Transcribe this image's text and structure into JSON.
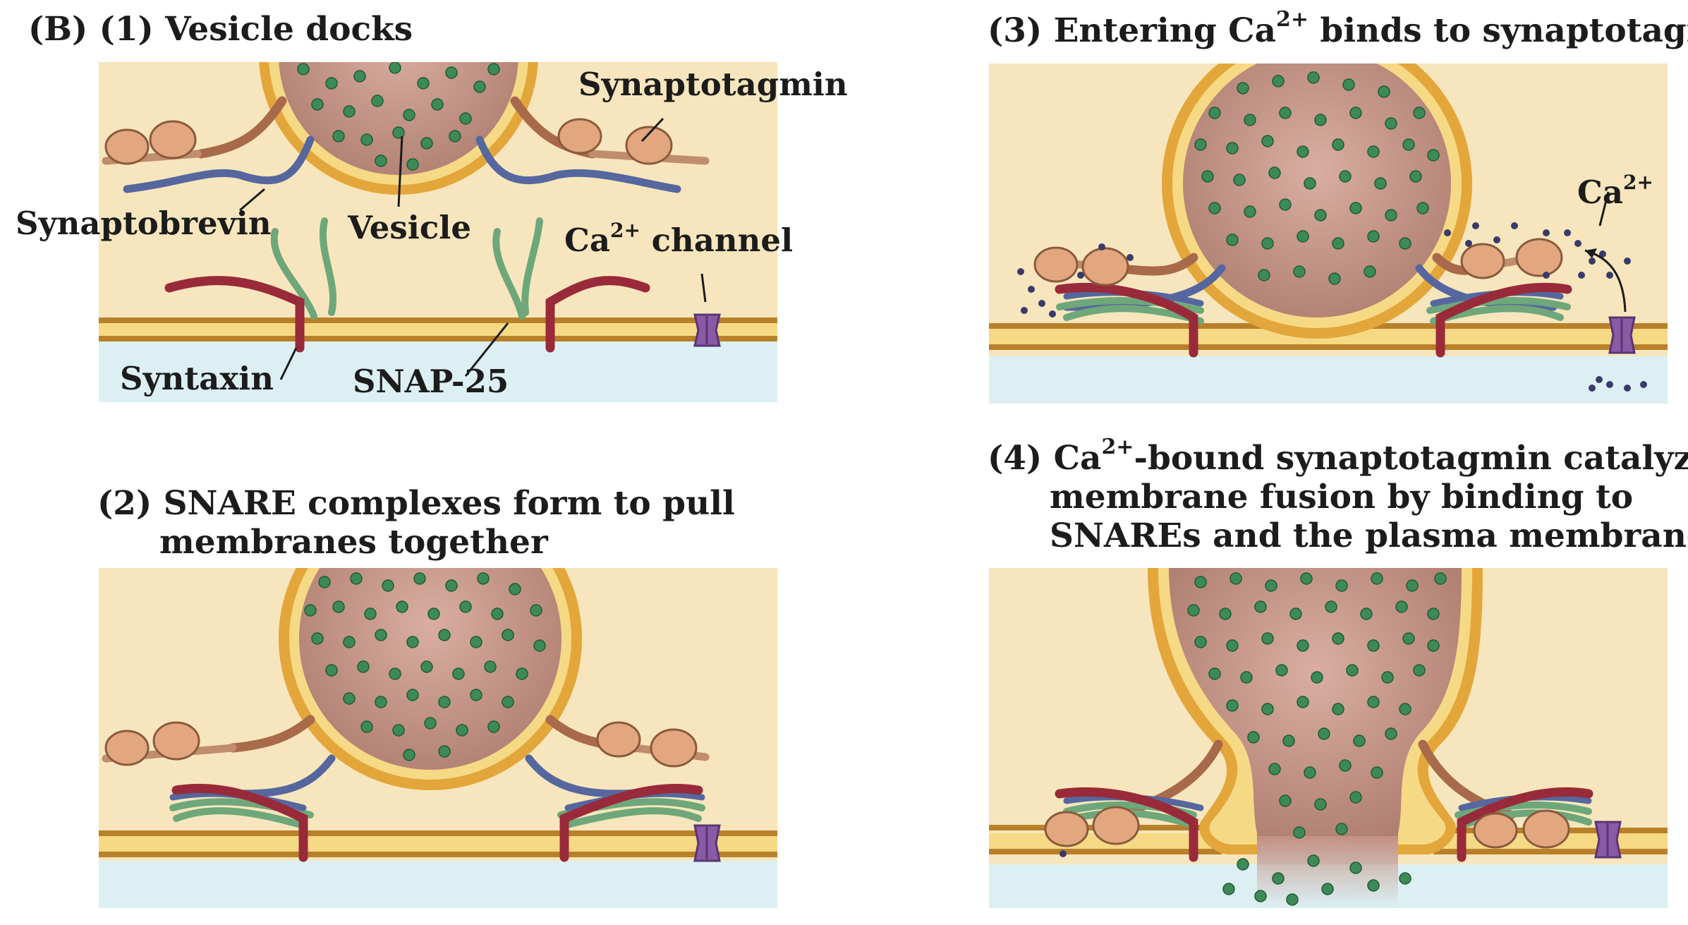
{
  "figure_label": "(B)",
  "panels": [
    {
      "number": "(1)",
      "title": "Vesicle docks"
    },
    {
      "number": "(2)",
      "title_line1": "SNARE complexes form to pull",
      "title_line2": "membranes together"
    },
    {
      "number": "(3)",
      "title_pre": "Entering Ca",
      "title_sup": "2+",
      "title_post": " binds to synaptotagmin"
    },
    {
      "number": "(4)",
      "title_pre": "Ca",
      "title_sup": "2+",
      "title_post": "-bound synaptotagmin catalyzes",
      "title_line2": "membrane fusion by binding to",
      "title_line3": "SNAREs and the plasma membrane"
    }
  ],
  "labels": {
    "synaptotagmin": "Synaptotagmin",
    "synaptobrevin": "Synaptobrevin",
    "vesicle": "Vesicle",
    "ca_channel_pre": "Ca",
    "ca_sup": "2+",
    "ca_channel_post": " channel",
    "syntaxin": "Syntaxin",
    "snap25": "SNAP-25",
    "ca_ion_pre": "Ca"
  },
  "colors": {
    "cytoplasm": "#f7e6bd",
    "extracellular": "#dcf0f4",
    "membrane": "#e3a63a",
    "vesicle_lumen": "#c49384",
    "neurotransmitter": "#3d8a58",
    "synaptotagmin": "#e2a77e",
    "synaptobrevin": "#55679e",
    "syntaxin": "#992a3a",
    "snap25": "#6ea77a",
    "channel": "#8a5aa6"
  }
}
